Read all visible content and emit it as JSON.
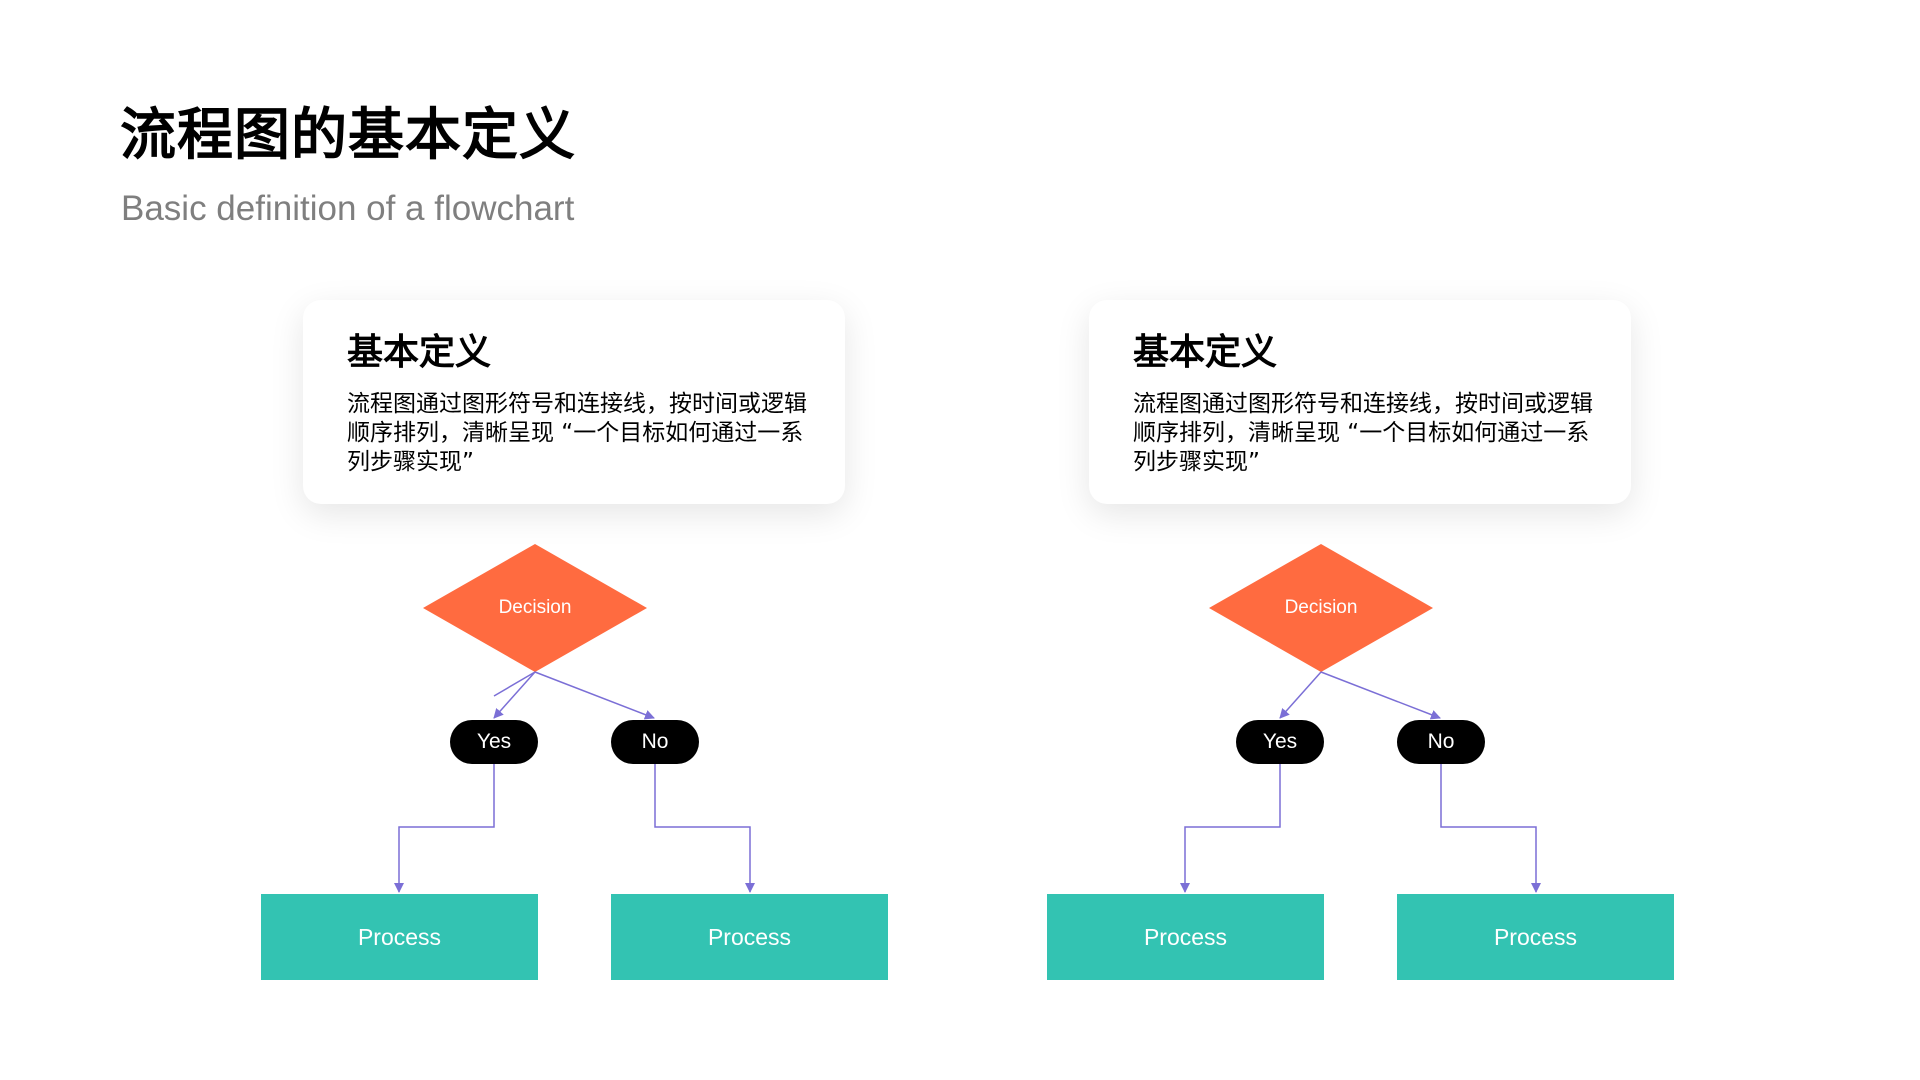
{
  "page": {
    "title": "流程图的基本定义",
    "subtitle": "Basic definition of a flowchart"
  },
  "panels": [
    {
      "card": {
        "heading": "基本定义",
        "body": "流程图通过图形符号和连接线，按时间或逻辑顺序排列，清晰呈现 “一个目标如何通过一系列步骤实现”"
      },
      "decision_label": "Decision",
      "yes_label": "Yes",
      "no_label": "No",
      "process_left_label": "Process",
      "process_right_label": "Process"
    },
    {
      "card": {
        "heading": "基本定义",
        "body": "流程图通过图形符号和连接线，按时间或逻辑顺序排列，清晰呈现 “一个目标如何通过一系列步骤实现”"
      },
      "decision_label": "Decision",
      "yes_label": "Yes",
      "no_label": "No",
      "process_left_label": "Process",
      "process_right_label": "Process"
    }
  ],
  "colors": {
    "decision_fill": "#ff6b40",
    "connector": "#7b6fd6",
    "pill_fill": "#000000",
    "process_fill": "#33c3b2",
    "subtitle_text": "#7f7f7f"
  }
}
